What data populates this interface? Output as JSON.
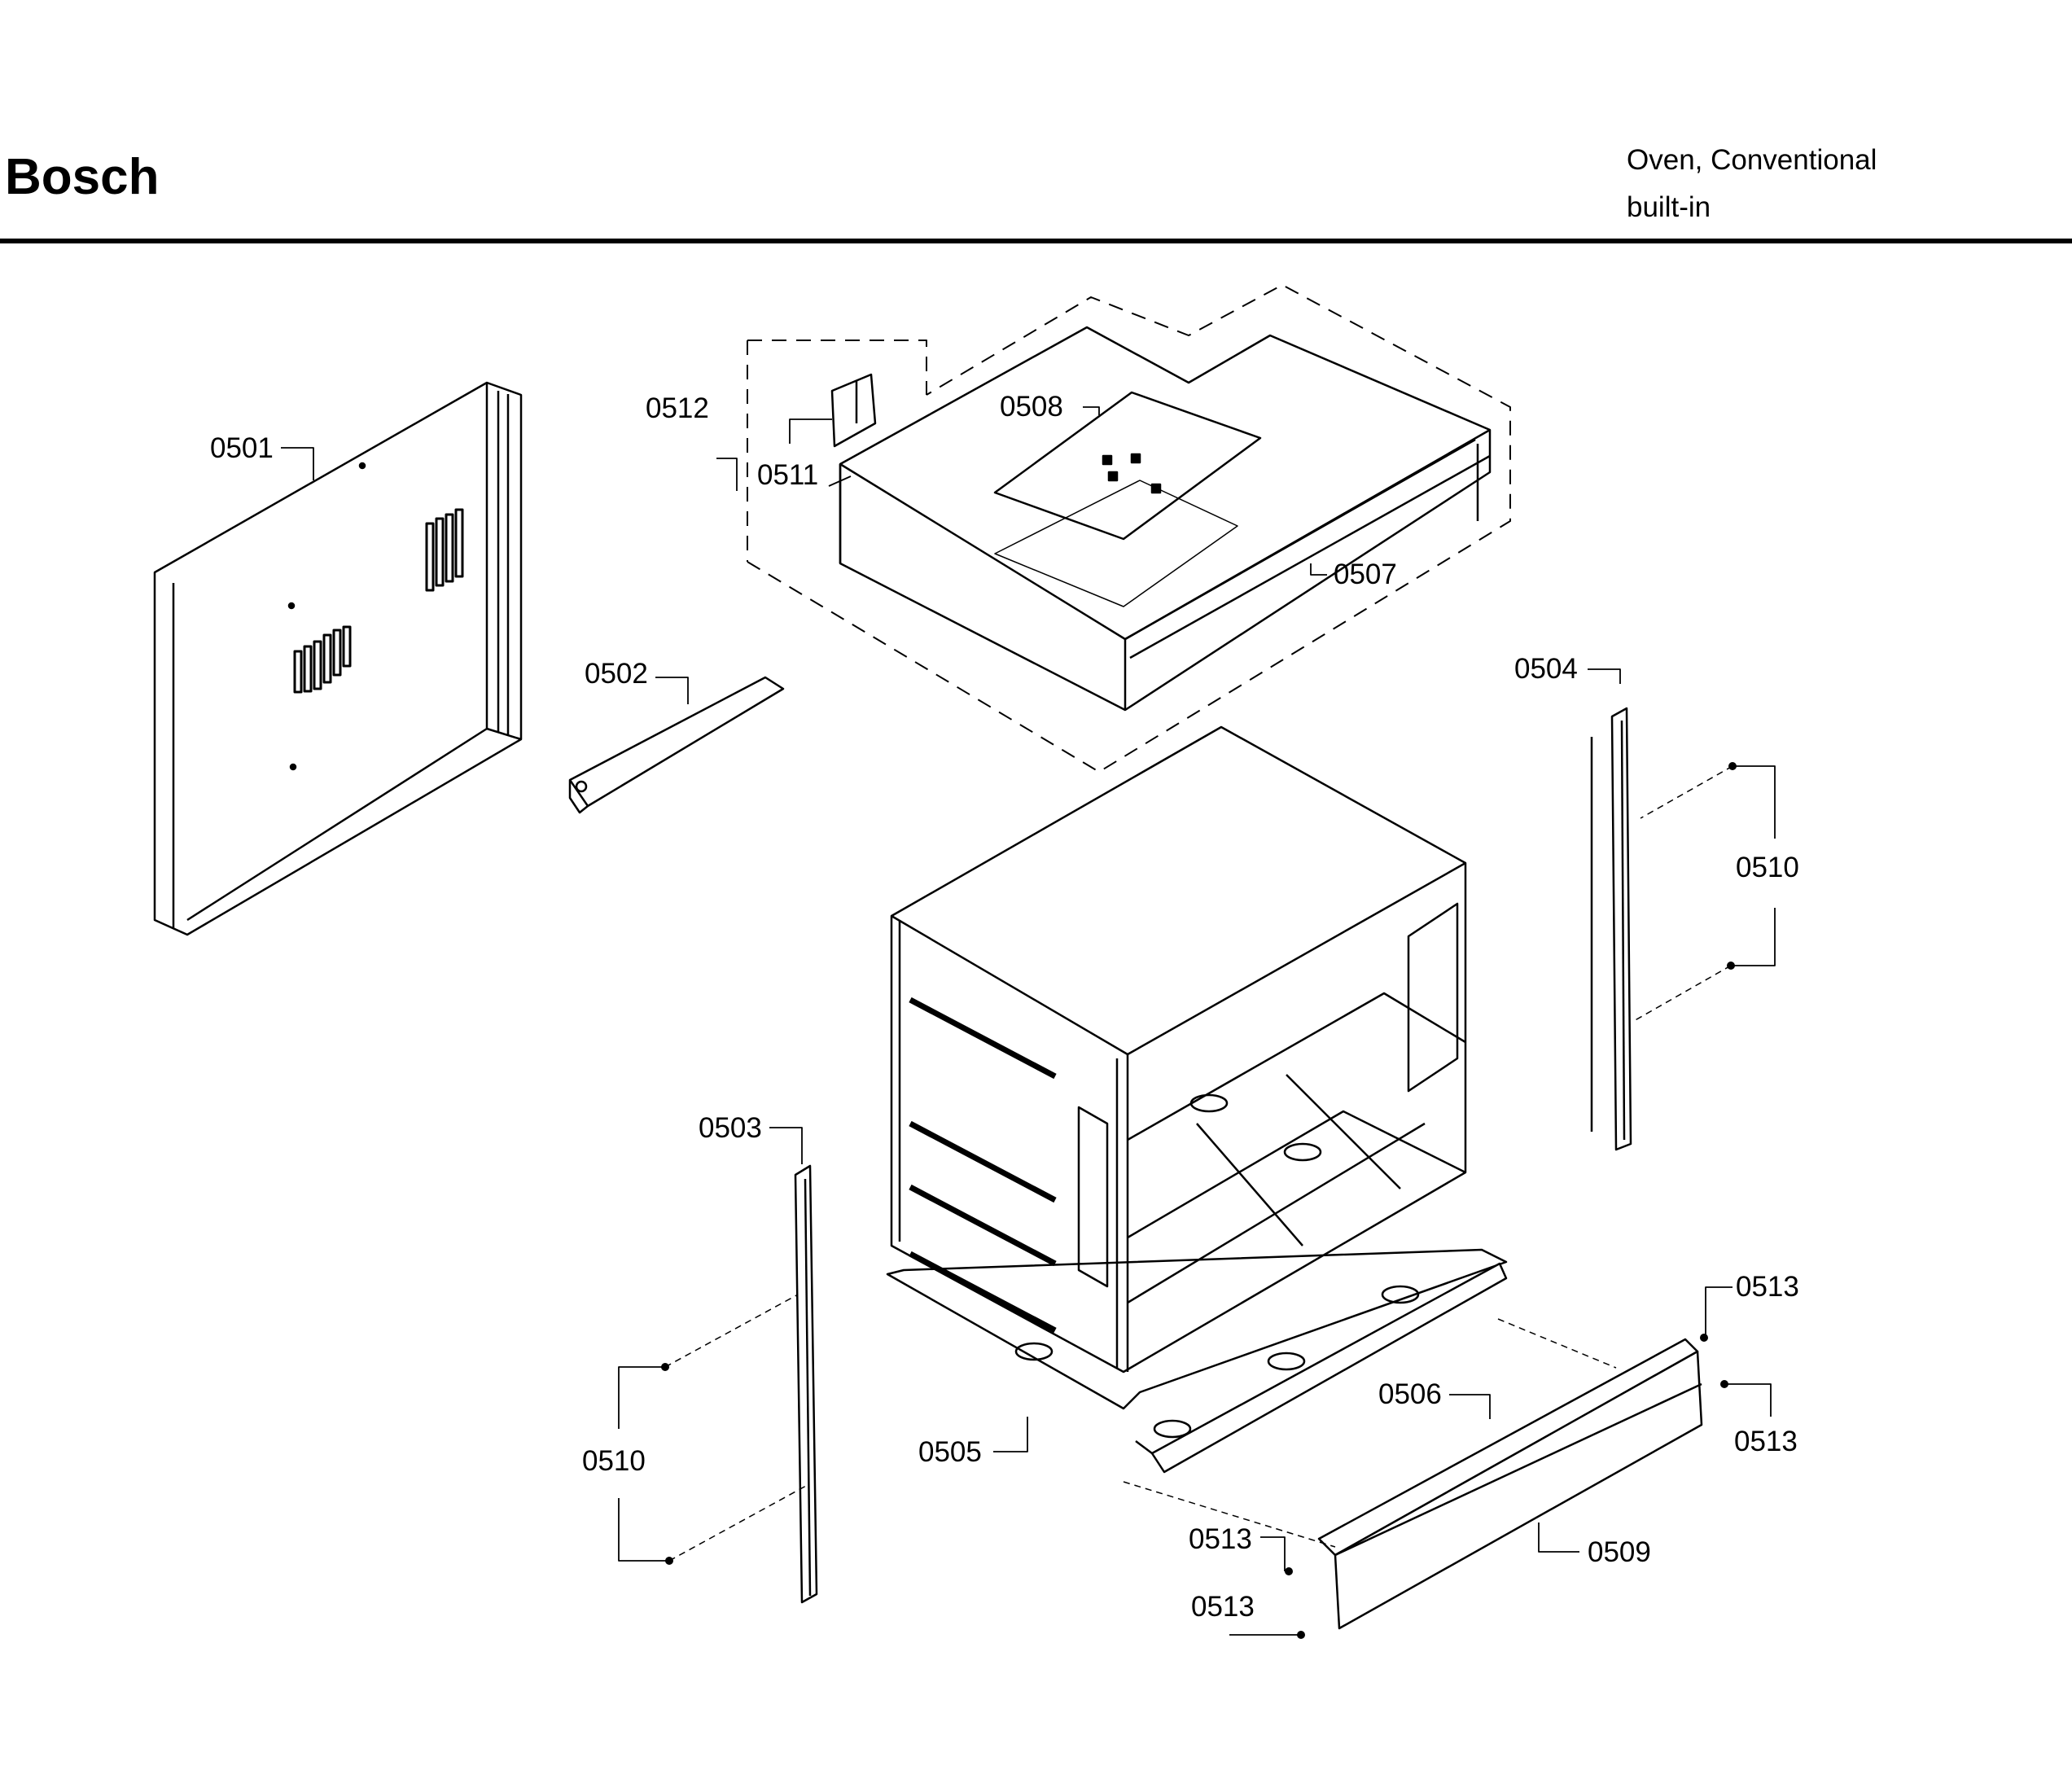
{
  "header": {
    "brand": "Bosch",
    "subtitle_line1": "Oven, Conventional",
    "subtitle_line2": "built-in"
  },
  "parts": {
    "p0501": "0501",
    "p0502": "0502",
    "p0503": "0503",
    "p0504": "0504",
    "p0505": "0505",
    "p0506": "0506",
    "p0507": "0507",
    "p0508": "0508",
    "p0509": "0509",
    "p0510": "0510",
    "p0511": "0511",
    "p0512": "0512",
    "p0513": "0513"
  }
}
